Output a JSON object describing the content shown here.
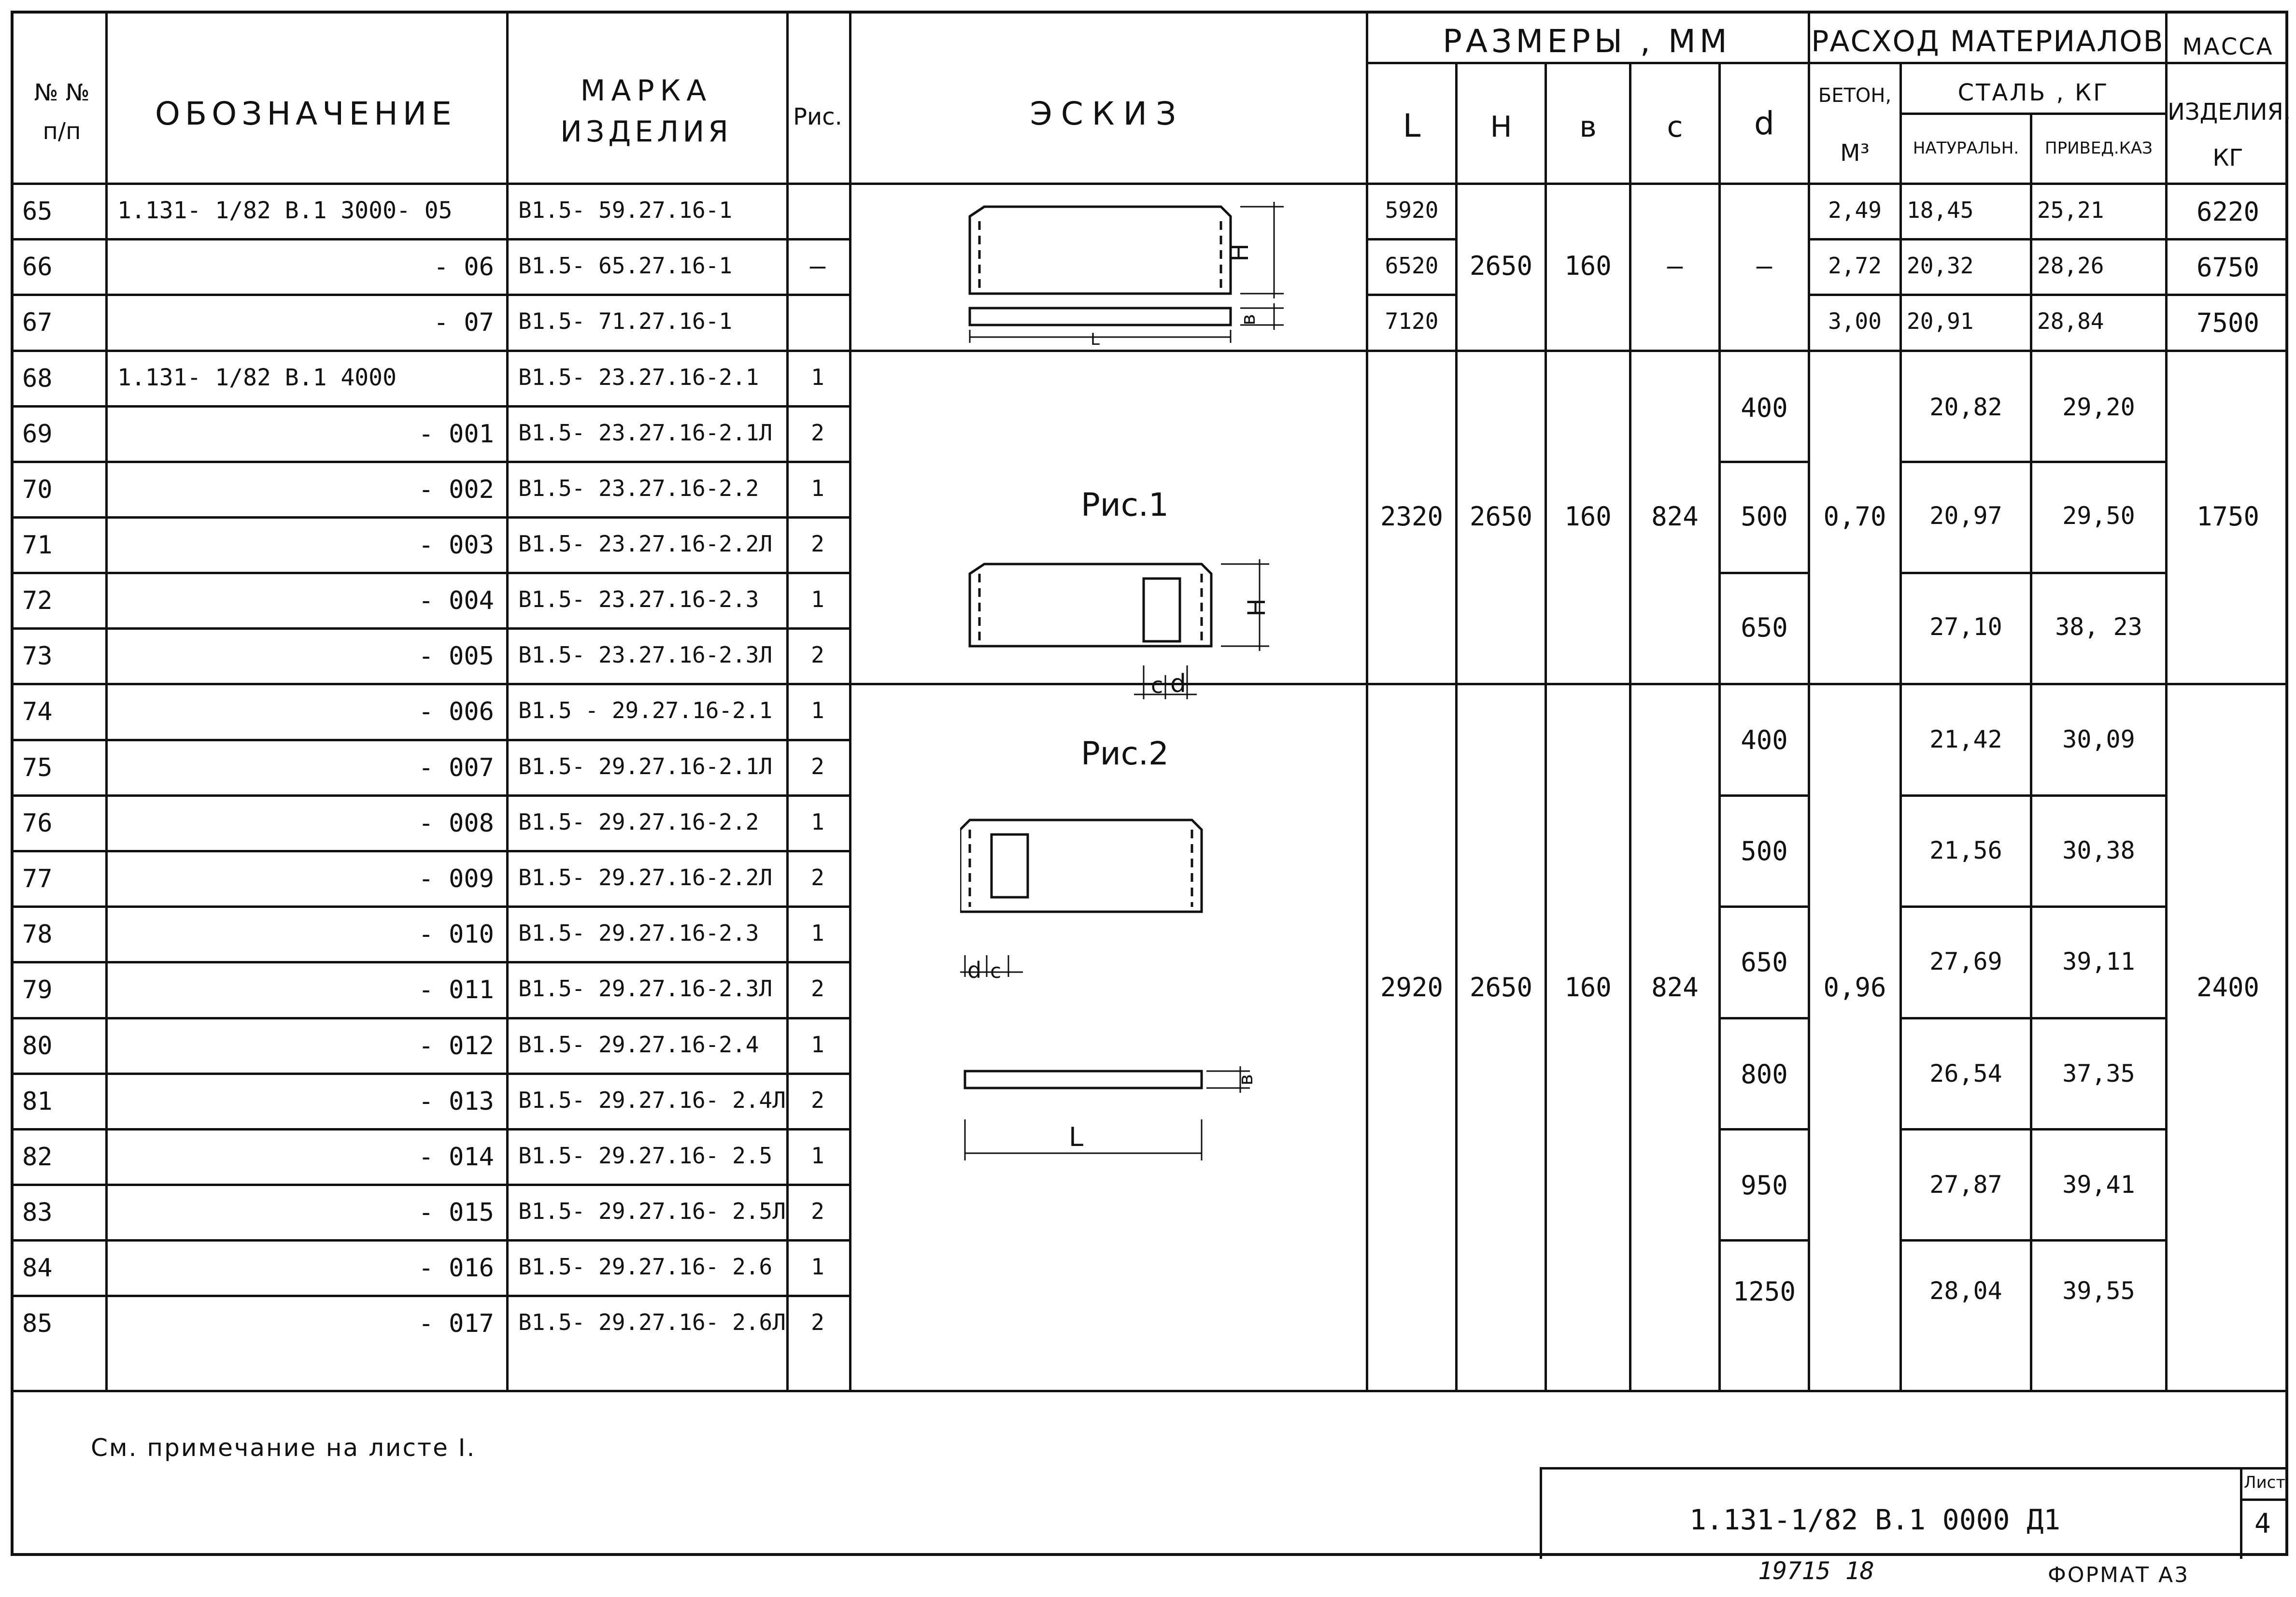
{
  "headers": {
    "num": "№ №\nп/п",
    "num_line1": "№ №",
    "num_line2": "п/п",
    "designation": "ОБОЗНАЧЕНИЕ",
    "mark_line1": "МАРКА",
    "mark_line2": "ИЗДЕЛИЯ",
    "fig": "Рис.",
    "sketch": "ЭСКИЗ",
    "dims_group": "РАЗМЕРЫ , ММ",
    "dim_L": "L",
    "dim_H": "H",
    "dim_b": "в",
    "dim_c": "с",
    "dim_d": "d",
    "materials_group": "РАСХОД МАТЕРИАЛОВ",
    "concrete_line1": "БЕТОН,",
    "concrete_line2": "М³",
    "steel": "СТАЛЬ , КГ",
    "steel_nat": "НАТУРАЛЬН.",
    "steel_red": "ПРИВЕД.КАЗ",
    "mass_line1": "МАССА",
    "mass_line2": "ИЗДЕЛИЯ,",
    "mass_line3": "КГ"
  },
  "rows": [
    {
      "n": "65",
      "designation": "1.131- 1/82 В.1  3000- 05",
      "mark": "В1.5-  59.27.16-1",
      "fig": ""
    },
    {
      "n": "66",
      "designation": "- 06",
      "mark": "В1.5- 65.27.16-1",
      "fig": ""
    },
    {
      "n": "67",
      "designation": "- 07",
      "mark": "В1.5-  71.27.16-1",
      "fig": ""
    },
    {
      "n": "68",
      "designation": "1.131- 1/82 В.1  4000",
      "mark": "В1.5-  23.27.16-2.1",
      "fig": "1"
    },
    {
      "n": "69",
      "designation": "- 001",
      "mark": "В1.5-  23.27.16-2.1Л",
      "fig": "2"
    },
    {
      "n": "70",
      "designation": "- 002",
      "mark": "В1.5-  23.27.16-2.2",
      "fig": "1"
    },
    {
      "n": "71",
      "designation": "- 003",
      "mark": "В1.5-  23.27.16-2.2Л",
      "fig": "2"
    },
    {
      "n": "72",
      "designation": "- 004",
      "mark": "В1.5-  23.27.16-2.3",
      "fig": "1"
    },
    {
      "n": "73",
      "designation": "- 005",
      "mark": "В1.5-  23.27.16-2.3Л",
      "fig": "2"
    },
    {
      "n": "74",
      "designation": "- 006",
      "mark": "В1.5 -  29.27.16-2.1",
      "fig": "1"
    },
    {
      "n": "75",
      "designation": "- 007",
      "mark": "В1.5-  29.27.16-2.1Л",
      "fig": "2"
    },
    {
      "n": "76",
      "designation": "- 008",
      "mark": "В1.5-  29.27.16-2.2",
      "fig": "1"
    },
    {
      "n": "77",
      "designation": "- 009",
      "mark": "В1.5-  29.27.16-2.2Л",
      "fig": "2"
    },
    {
      "n": "78",
      "designation": "- 010",
      "mark": "В1.5-  29.27.16-2.3",
      "fig": "1"
    },
    {
      "n": "79",
      "designation": "- 011",
      "mark": "В1.5-  29.27.16-2.3Л",
      "fig": "2"
    },
    {
      "n": "80",
      "designation": "- 012",
      "mark": "В1.5-  29.27.16-2.4",
      "fig": "1"
    },
    {
      "n": "81",
      "designation": "- 013",
      "mark": "В1.5-  29.27.16- 2.4Л",
      "fig": "2"
    },
    {
      "n": "82",
      "designation": "- 014",
      "mark": "В1.5-  29.27.16- 2.5",
      "fig": "1"
    },
    {
      "n": "83",
      "designation": "- 015",
      "mark": "В1.5-  29.27.16- 2.5Л",
      "fig": "2"
    },
    {
      "n": "84",
      "designation": "- 016",
      "mark": "В1.5-  29.27.16- 2.6",
      "fig": "1"
    },
    {
      "n": "85",
      "designation": "- 017",
      "mark": "В1.5-  29.27.16- 2.6Л",
      "fig": "2"
    }
  ],
  "groupA": {
    "fig_dash": "—",
    "L": [
      "5920",
      "6520",
      "7120"
    ],
    "H": "2650",
    "b": "160",
    "c": "—",
    "d": "—",
    "concrete": [
      "2,49",
      "2,72",
      "3,00"
    ],
    "steel_nat": [
      "18,45",
      "20,32",
      "20,91"
    ],
    "steel_red": [
      "25,21",
      "28,26",
      "28,84"
    ],
    "mass": [
      "6220",
      "6750",
      "7500"
    ]
  },
  "groupB": {
    "L": "2320",
    "H": "2650",
    "b": "160",
    "c": "824",
    "concrete": "0,70",
    "mass": "1750",
    "d": [
      "400",
      "500",
      "650"
    ],
    "steel_nat": [
      "20,82",
      "20,97",
      "27,10"
    ],
    "steel_red": [
      "29,20",
      "29,50",
      "38, 23"
    ]
  },
  "groupC": {
    "L": "2920",
    "H": "2650",
    "b": "160",
    "c": "824",
    "concrete": "0,96",
    "mass": "2400",
    "d": [
      "400",
      "500",
      "650",
      "800",
      "950",
      "1250"
    ],
    "steel_nat": [
      "21,42",
      "21,56",
      "27,69",
      "26,54",
      "27,87",
      "28,04"
    ],
    "steel_red": [
      "30,09",
      "30,38",
      "39,11",
      "37,35",
      "39,41",
      "39,55"
    ]
  },
  "sketch": {
    "fig1": "Рис.1",
    "fig2": "Рис.2",
    "H": "H",
    "L": "L",
    "b": "в",
    "c": "с",
    "d": "d"
  },
  "note": "См. примечание на   листе I.",
  "stamp": {
    "code": "1.131-1/82 В.1 0000 Д1",
    "sheet_label": "Лист",
    "sheet_num": "4"
  },
  "footer": {
    "inv": "19715  18",
    "format": "ФОРМАТ А3"
  }
}
